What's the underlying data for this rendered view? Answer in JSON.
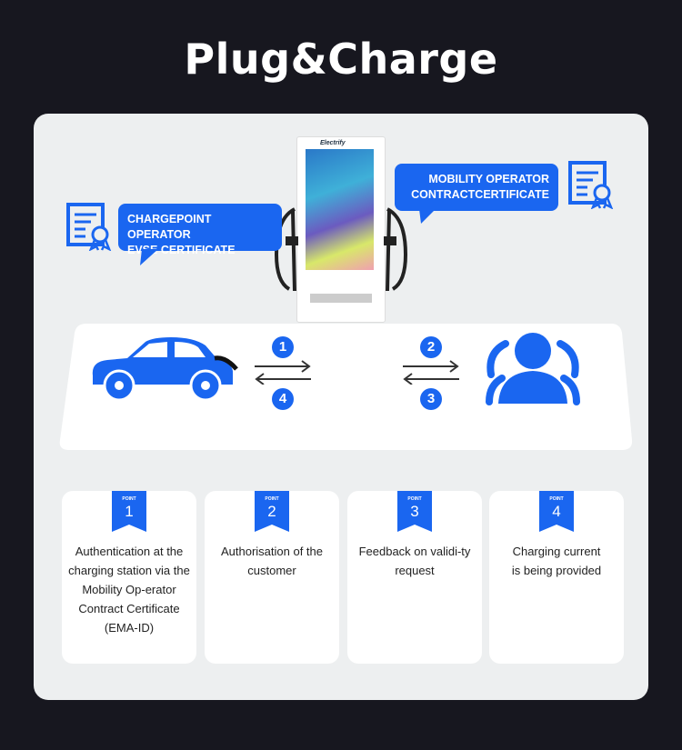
{
  "title": "Plug&Charge",
  "charger": {
    "brand": "Electrify"
  },
  "bubbles": {
    "chargepoint": [
      "CHARGEPOINT OPERATOR",
      "EVSE CERTIFICATE"
    ],
    "mobility": [
      "MOBILITY OPERATOR",
      "CONTRACTCERTIFICATE"
    ]
  },
  "steps": {
    "s1": "1",
    "s2": "2",
    "s3": "3",
    "s4": "4"
  },
  "cards": [
    {
      "point": "POINT",
      "num": "1",
      "text": "Authentication at the charging station via the Mobility Op-erator Contract Certificate (EMA-ID)"
    },
    {
      "point": "POINT",
      "num": "2",
      "text": "Authorisation of the customer"
    },
    {
      "point": "POINT",
      "num": "3",
      "text": "Feedback on validi-ty request"
    },
    {
      "point": "POINT",
      "num": "4",
      "text": "Charging current is being provided"
    }
  ],
  "colors": {
    "accent": "#1a66f0",
    "background": "#17171f",
    "panel": "#edeff0"
  }
}
